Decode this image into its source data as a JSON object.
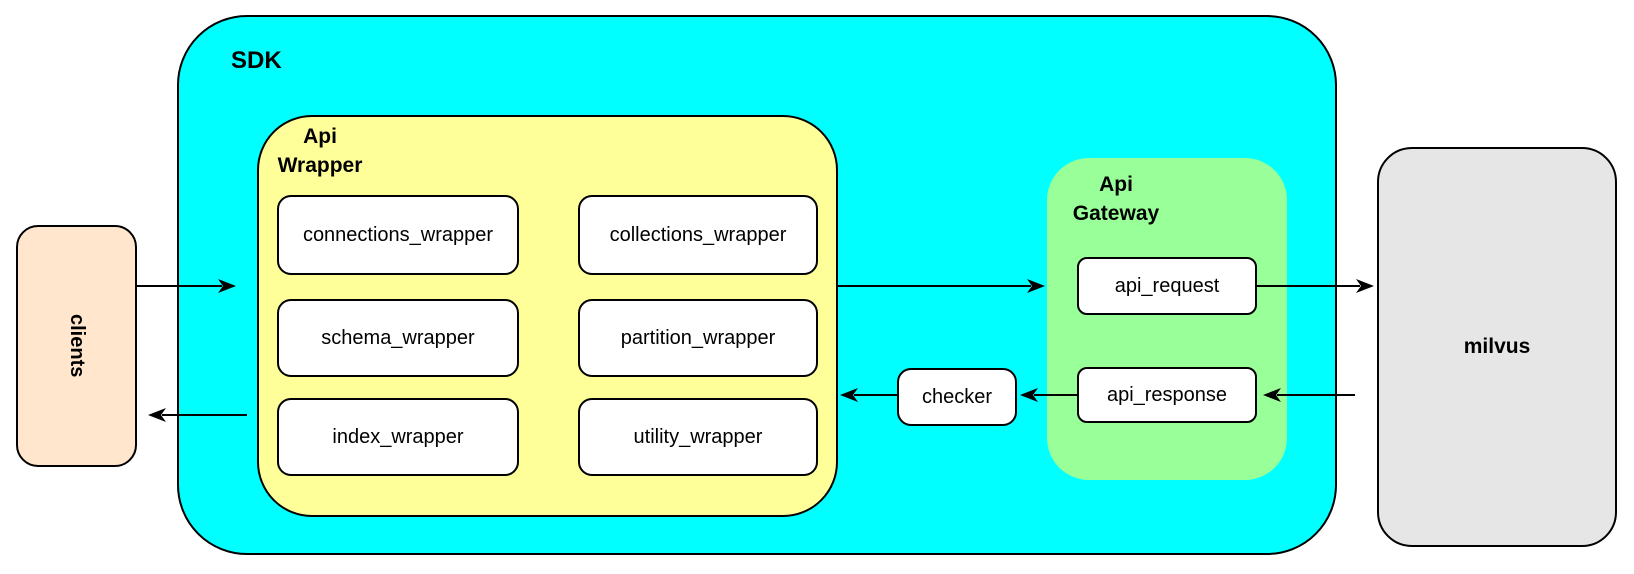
{
  "nodes": {
    "clients": {
      "label": "clients"
    },
    "sdk": {
      "label": "SDK"
    },
    "api_wrapper": {
      "label": "Api\nWrapper"
    },
    "wrappers": [
      "connections_wrapper",
      "collections_wrapper",
      "schema_wrapper",
      "partition_wrapper",
      "index_wrapper",
      "utility_wrapper"
    ],
    "api_gateway": {
      "label": "Api\nGateway"
    },
    "api_request": {
      "label": "api_request"
    },
    "api_response": {
      "label": "api_response"
    },
    "checker": {
      "label": "checker"
    },
    "milvus": {
      "label": "milvus"
    }
  },
  "edges": [
    {
      "from": "clients",
      "to": "SDK",
      "direction": "right"
    },
    {
      "from": "SDK",
      "to": "clients",
      "direction": "left"
    },
    {
      "from": "Api Wrapper",
      "to": "Api Gateway",
      "direction": "right"
    },
    {
      "from": "api_request",
      "to": "milvus",
      "direction": "right"
    },
    {
      "from": "milvus",
      "to": "api_response",
      "direction": "left"
    },
    {
      "from": "api_response",
      "to": "checker",
      "direction": "left"
    },
    {
      "from": "checker",
      "to": "Api Wrapper",
      "direction": "left"
    }
  ],
  "colors": {
    "sdk_fill": "#00ffff",
    "api_wrapper_fill": "#ffff99",
    "api_gateway_fill": "#99ff99",
    "clients_fill": "#ffe6cc",
    "milvus_fill": "#e6e6e6",
    "node_fill": "#ffffff",
    "stroke": "#000000"
  }
}
